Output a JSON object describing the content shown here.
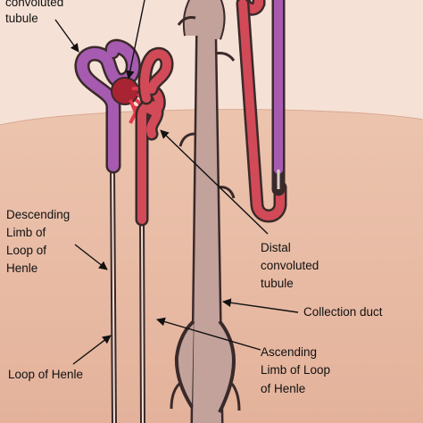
{
  "labels": {
    "pct_line1": "convoluted",
    "pct_line2": "tubule",
    "desc_line1": "Descending",
    "desc_line2": "Limb of",
    "desc_line3": "Loop of",
    "desc_line4": "Henle",
    "loop": "Loop of Henle",
    "dct_line1": "Distal",
    "dct_line2": "convoluted",
    "dct_line3": "tubule",
    "collect": "Collection duct",
    "asc_line1": "Ascending",
    "asc_line2": "Limb of Loop",
    "asc_line3": "of Henle"
  },
  "colors": {
    "cortex": "#f6e1d6",
    "medulla": "#e9bba4",
    "proximal_tubule": "#a65bb0",
    "distal_tubule": "#d24a57",
    "glomerulus": "#a82432",
    "collecting_duct": "#c2a29a",
    "outline": "#3a2a2a"
  }
}
